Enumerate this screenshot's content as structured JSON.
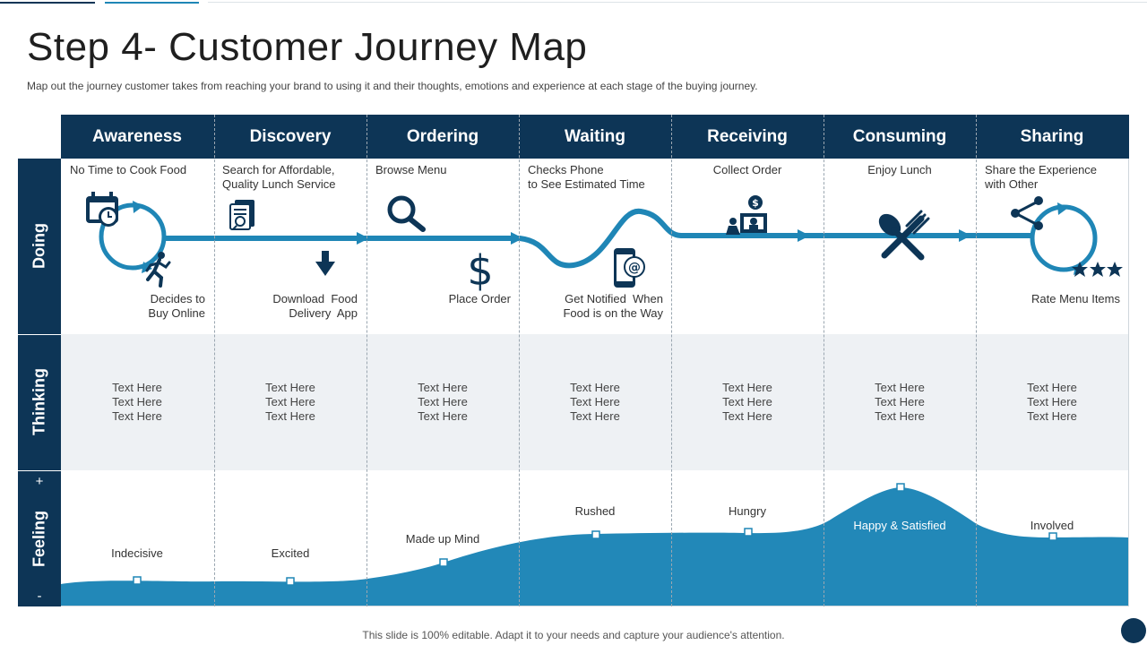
{
  "page": {
    "title": "Step 4- Customer Journey Map",
    "subtitle": "Map out the journey  customer takes from  reaching your brand to using it and their thoughts, emotions and experience at each stage of the buying journey.",
    "footer": "This slide is 100% editable. Adapt it to your needs and capture your audience's attention."
  },
  "colors": {
    "navy": "#0d3556",
    "blue": "#1f86b6",
    "wave": "#2288b8",
    "thinking_bg": "#eef1f4"
  },
  "stages": [
    "Awareness",
    "Discovery",
    "Ordering",
    "Waiting",
    "Receiving",
    "Consuming",
    "Sharing"
  ],
  "rows": {
    "doing": "Doing",
    "thinking": "Thinking",
    "feeling": "Feeling",
    "plus": "+",
    "minus": "-"
  },
  "doing": {
    "top": [
      "No Time to Cook Food",
      "Search for Affordable,\nQuality Lunch Service",
      "Browse Menu",
      "Checks Phone\nto See Estimated Time",
      "Collect Order",
      "Enjoy Lunch",
      "Share the Experience\nwith Other"
    ],
    "bottom": [
      "Decides to\nBuy Online",
      "Download  Food\nDelivery  App",
      "Place Order",
      "Get Notified  When\nFood is on the Way",
      "",
      "",
      "Rate Menu Items"
    ],
    "icons": [
      "calendar-clock-icon",
      "runner-icon",
      "documents-search-icon",
      "download-arrow-icon",
      "magnifier-icon",
      "dollar-icon",
      "phone-email-icon",
      "counter-dollar-icon",
      "spoon-fork-icon",
      "share-icon",
      "stars-icon"
    ]
  },
  "thinking": [
    "Text Here",
    "Text Here",
    "Text Here"
  ],
  "feeling": {
    "labels": [
      "Indecisive",
      "Excited",
      "Made up Mind",
      "Rushed",
      "Hungry",
      "Happy & Satisfied",
      "Involved"
    ]
  }
}
